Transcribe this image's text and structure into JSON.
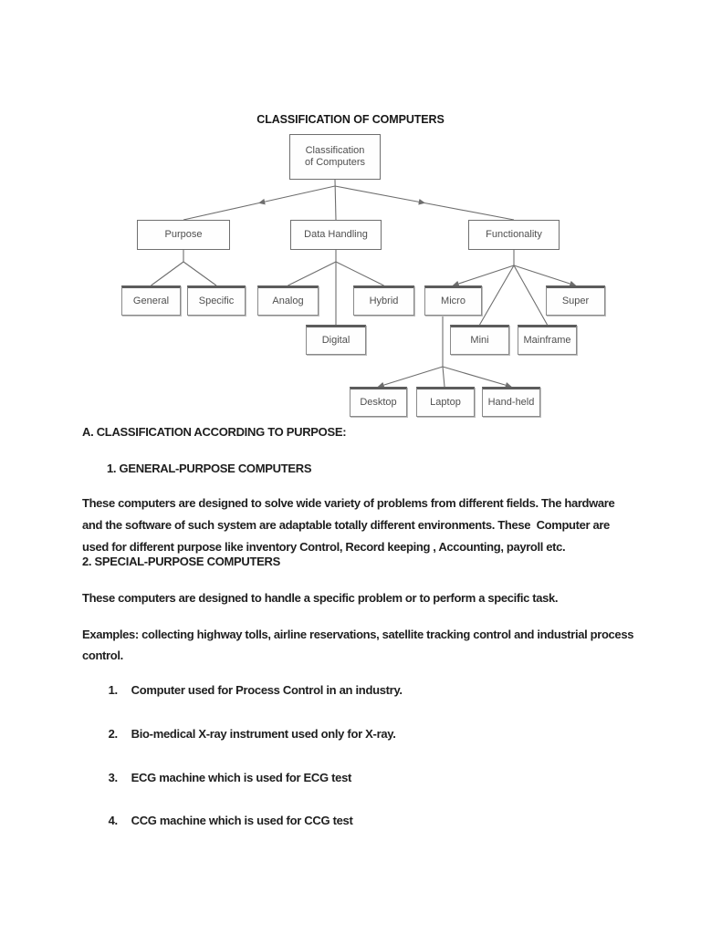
{
  "doc": {
    "title": "CLASSIFICATION OF COMPUTERS",
    "section_a": {
      "heading": "A. CLASSIFICATION ACCORDING TO PURPOSE:",
      "sub1_heading": "1. GENERAL-PURPOSE COMPUTERS",
      "para1_lines": [
        "These computers are designed to solve wide variety of problems from different fields. The hardware",
        "and the software of such system are adaptable totally different environments. These  Computer are",
        "used for different purpose like inventory Control, Record keeping , Accounting, payroll etc."
      ],
      "sub2_heading": "2. SPECIAL-PURPOSE COMPUTERS",
      "para2": "These computers are designed to handle a specific problem or to perform a specific task.",
      "examples_lines": [
        "Examples: collecting highway tolls, airline reservations, satellite tracking control and industrial process",
        "control."
      ],
      "examples_list": [
        {
          "num": "1.",
          "text": "Computer used for Process Control in an industry."
        },
        {
          "num": "2.",
          "text": "Bio-medical X-ray instrument used only for X-ray."
        },
        {
          "num": "3.",
          "text": "ECG machine which is used for ECG test"
        },
        {
          "num": "4.",
          "text": "CCG machine which is used for CCG test"
        }
      ]
    }
  },
  "diagram": {
    "root_line1": "Classification",
    "root_line2": "of Computers",
    "nodes": {
      "purpose": "Purpose",
      "data_handling": "Data Handling",
      "functionality": "Functionality",
      "general": "General",
      "specific": "Specific",
      "analog": "Analog",
      "hybrid": "Hybrid",
      "micro": "Micro",
      "super": "Super",
      "digital": "Digital",
      "mini": "Mini",
      "mainframe": "Mainframe",
      "desktop": "Desktop",
      "laptop": "Laptop",
      "handheld": "Hand-held"
    },
    "colors": {
      "connector_line": "#6e6e6e",
      "box_border": "#6f6f6f",
      "box_border_dark_top": "#5c5c5c",
      "box_text": "#4f4f4f",
      "page_background": "#ffffff",
      "body_text": "#1f1f1f"
    }
  }
}
